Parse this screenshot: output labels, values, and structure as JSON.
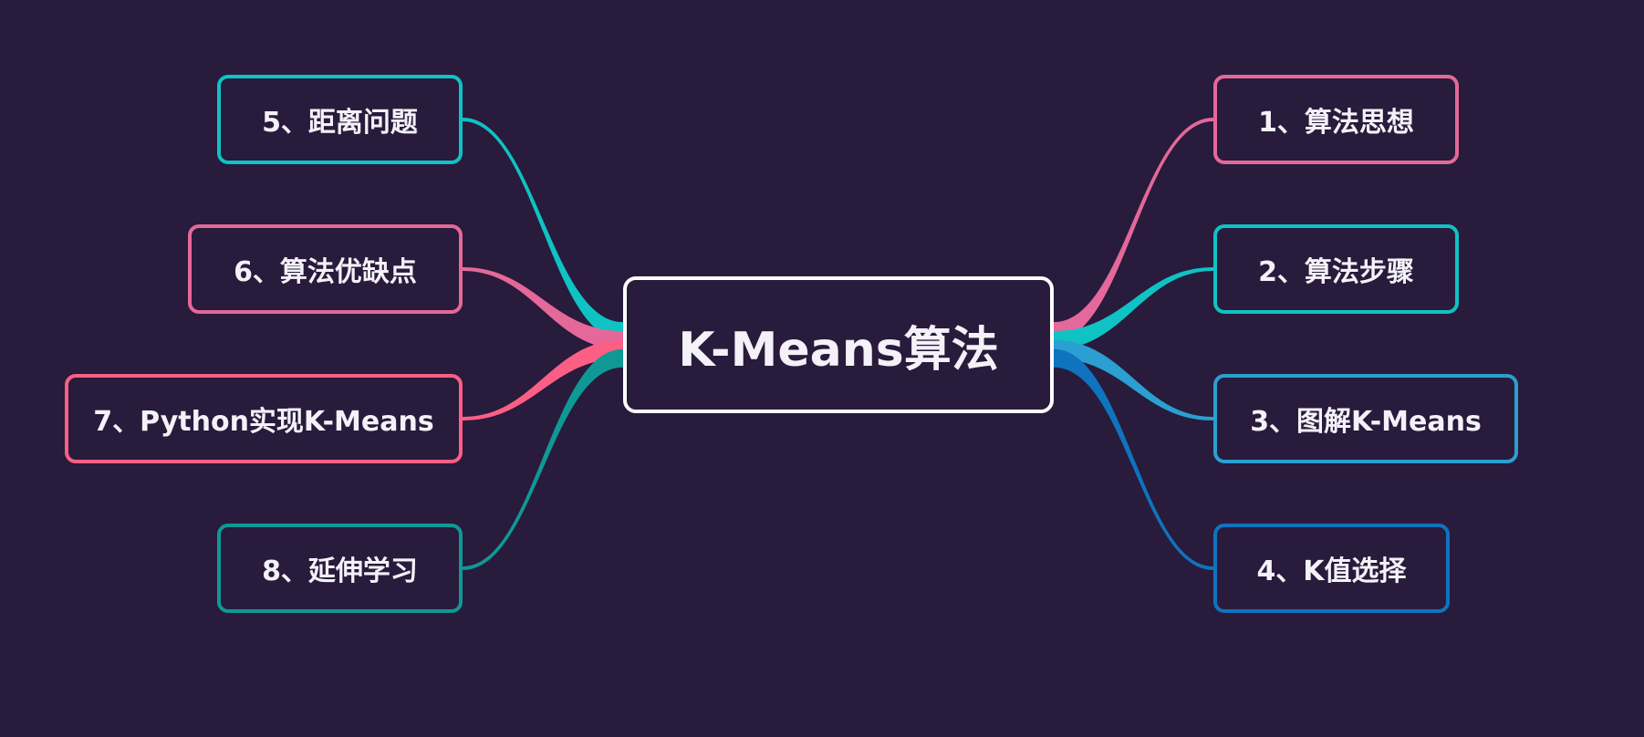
{
  "center": {
    "label": "K-Means算法",
    "color": "#ffffff"
  },
  "topics": [
    {
      "id": "n1",
      "label": "1、算法思想",
      "color": "#e4689a"
    },
    {
      "id": "n2",
      "label": "2、算法步骤",
      "color": "#0fc2c4"
    },
    {
      "id": "n3",
      "label": "3、图解K-Means",
      "color": "#2b9fd1"
    },
    {
      "id": "n4",
      "label": "4、K值选择",
      "color": "#0f73bd"
    },
    {
      "id": "n5",
      "label": "5、距离问题",
      "color": "#0fc2c4"
    },
    {
      "id": "n6",
      "label": "6、算法优缺点",
      "color": "#e4689a"
    },
    {
      "id": "n7",
      "label": "7、Python实现K-Means",
      "color": "#fb5f85"
    },
    {
      "id": "n8",
      "label": "8、延伸学习",
      "color": "#0f9995"
    }
  ]
}
